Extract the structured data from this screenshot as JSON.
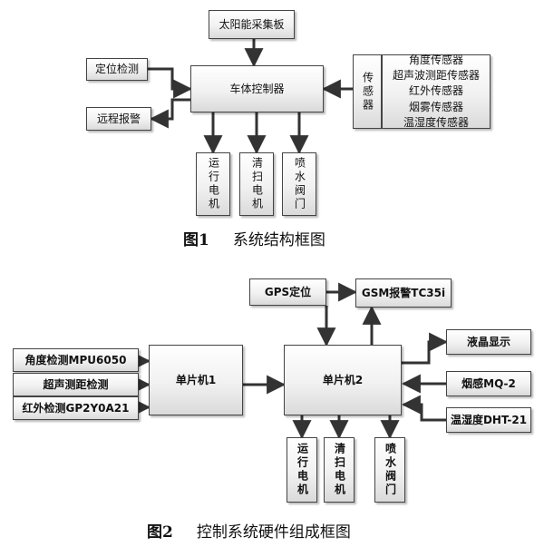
{
  "figure1": {
    "caption_num": "图1",
    "caption_title": "系统结构框图",
    "nodes": {
      "solar": "太阳能采集板",
      "locate": "定位检测",
      "remote_alarm": "远程报警",
      "controller": "车体控制器",
      "sensor_group_label": "传感器",
      "sensors": [
        "角度传感器",
        "超声波测距传感器",
        "红外传感器",
        "烟雾传感器",
        "温湿度传感器"
      ],
      "run_motor": "运行电机",
      "clean_motor": "清扫电机",
      "spray_valve": "喷水阀门"
    }
  },
  "figure2": {
    "caption_num": "图2",
    "caption_title": "控制系统硬件组成框图",
    "nodes": {
      "gps": "GPS定位",
      "gsm": "GSM报警TC35i",
      "angle": "角度检测MPU6050",
      "ultrasonic": "超声测距检测",
      "infrared": "红外检测GP2Y0A21",
      "mcu1": "单片机1",
      "mcu2": "单片机2",
      "lcd": "液晶显示",
      "smoke": "烟感MQ-2",
      "humid": "温湿度DHT-21",
      "run_motor": "运行电机",
      "clean_motor": "清扫电机",
      "spray_valve": "喷水阀门"
    }
  }
}
